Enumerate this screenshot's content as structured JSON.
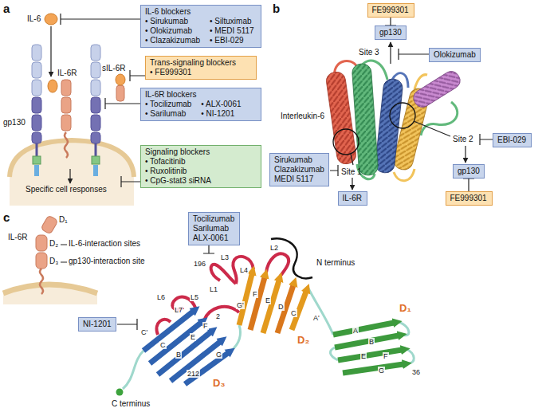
{
  "diagram": {
    "nodes": [
      {
        "text": [
          "IL-6 blockers",
          "• Sirukumab",
          "• Olokizumab",
          "• Clazakizumab",
          "• Siltuximab",
          "• MEDI 5117",
          "• EBI-029"
        ]
      },
      {
        "text": [
          "Trans-signaling blockers",
          "• FE999301"
        ]
      },
      {
        "text": [
          "IL-6R blockers",
          "• Tocilizumab",
          "• Sarilumab",
          "• ALX-0061",
          "• NI-1201"
        ]
      },
      {
        "text": [
          "Signaling blockers",
          "• Tofacitinib",
          "• Ruxolitinib",
          "• CpG-stat3 siRNA"
        ]
      },
      {
        "text": [
          "FE999301"
        ]
      },
      {
        "text": [
          "gp130"
        ]
      },
      {
        "text": [
          "Olokizumab"
        ]
      },
      {
        "text": [
          "EBI-029"
        ]
      },
      {
        "text": [
          "gp130"
        ]
      },
      {
        "text": [
          "FE999301"
        ]
      },
      {
        "text": [
          "Sirukumab",
          "Clazakizumab",
          "MEDI 5117"
        ]
      },
      {
        "text": [
          "IL-6R"
        ]
      },
      {
        "text": [
          "Tocilizumab",
          "Sarilumab",
          "ALX-0061"
        ]
      },
      {
        "text": [
          "NI-1201"
        ]
      }
    ],
    "edges": [
      {
        "from": 4,
        "to": 5,
        "arrow": "to"
      },
      {
        "from": 9,
        "to": 8,
        "arrow": "to"
      }
    ],
    "labels": [
      "a",
      "IL-6",
      "IL-6R",
      "sIL-6R",
      "gp130",
      "Specific cell responses",
      "b",
      "Site 3",
      "Interleukin-6",
      "Site 2",
      "Site 1",
      "c",
      "IL-6R",
      "D₁",
      "D₂",
      "D₃",
      "IL-6-interaction sites",
      "gp130-interaction site",
      "L3",
      "L2",
      "L4",
      "L1",
      "L5",
      "L6",
      "L7",
      "196",
      "2",
      "212",
      "N terminus",
      "C terminus",
      "D₃",
      "D₂",
      "D₁",
      "A'",
      "G'",
      "F",
      "E",
      "D",
      "C",
      "C'",
      "C",
      "B",
      "E",
      "F",
      "G",
      "A",
      "B",
      "E",
      "F",
      "G",
      "36"
    ]
  }
}
